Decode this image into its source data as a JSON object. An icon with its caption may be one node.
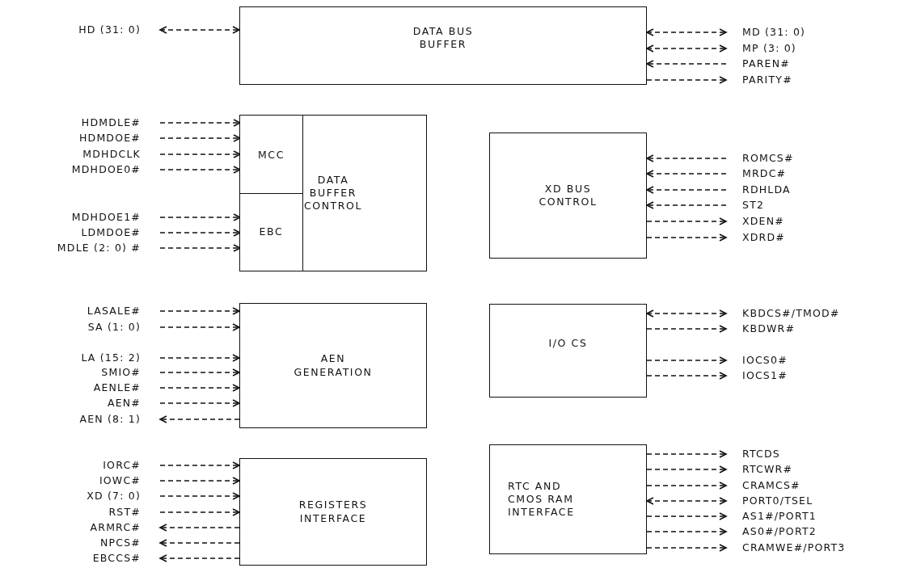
{
  "diagram": {
    "nodes": [
      {
        "text": [
          "HD (31: 0)"
        ]
      },
      {
        "text": [
          "DATA BUS BUFFER"
        ]
      },
      {
        "text": [
          "MD (31: 0)"
        ]
      },
      {
        "text": [
          "MP (3: 0)"
        ]
      },
      {
        "text": [
          "PAREN#"
        ]
      },
      {
        "text": [
          "PARITY#"
        ]
      },
      {
        "text": [
          "HDMDLE#"
        ]
      },
      {
        "text": [
          "HDMDOE#"
        ]
      },
      {
        "text": [
          "MDHDCLK"
        ]
      },
      {
        "text": [
          "MDHDOE0#"
        ]
      },
      {
        "text": [
          "MDHDOE1#"
        ]
      },
      {
        "text": [
          "LDMDOE#"
        ]
      },
      {
        "text": [
          "MDLE (2: 0) #"
        ]
      },
      {
        "text": [
          "DATA BUFFER CONTROL"
        ]
      },
      {
        "text": [
          "MCC"
        ],
        "in": 13
      },
      {
        "text": [
          "EBC"
        ],
        "in": 13
      },
      {
        "text": [
          "XD BUS CONTROL"
        ]
      },
      {
        "text": [
          "ROMCS#"
        ]
      },
      {
        "text": [
          "MRDC#"
        ]
      },
      {
        "text": [
          "RDHLDA"
        ]
      },
      {
        "text": [
          "ST2"
        ]
      },
      {
        "text": [
          "XDEN#"
        ]
      },
      {
        "text": [
          "XDRD#"
        ]
      },
      {
        "text": [
          "LASALE#"
        ]
      },
      {
        "text": [
          "SA (1: 0)"
        ]
      },
      {
        "text": [
          "LA (15: 2)"
        ]
      },
      {
        "text": [
          "SMIO#"
        ]
      },
      {
        "text": [
          "AENLE#"
        ]
      },
      {
        "text": [
          "AEN#"
        ]
      },
      {
        "text": [
          "AEN (8: 1)"
        ]
      },
      {
        "text": [
          "AEN GENERATION"
        ]
      },
      {
        "text": [
          "I/O CS"
        ]
      },
      {
        "text": [
          "KBDCS#/TMOD#"
        ]
      },
      {
        "text": [
          "KBDWR#"
        ]
      },
      {
        "text": [
          "IOCS0#"
        ]
      },
      {
        "text": [
          "IOCS1#"
        ]
      },
      {
        "text": [
          "IORC#"
        ]
      },
      {
        "text": [
          "IOWC#"
        ]
      },
      {
        "text": [
          "XD (7: 0)"
        ]
      },
      {
        "text": [
          "RST#"
        ]
      },
      {
        "text": [
          "ARMRC#"
        ]
      },
      {
        "text": [
          "NPCS#"
        ]
      },
      {
        "text": [
          "EBCCS#"
        ]
      },
      {
        "text": [
          "REGISTERS INTERFACE"
        ]
      },
      {
        "text": [
          "RTC AND CMOS RAM INTERFACE"
        ]
      },
      {
        "text": [
          "RTCDS"
        ]
      },
      {
        "text": [
          "RTCWR#"
        ]
      },
      {
        "text": [
          "CRAMCS#"
        ]
      },
      {
        "text": [
          "PORT0/TSEL"
        ]
      },
      {
        "text": [
          "AS1#/PORT1"
        ]
      },
      {
        "text": [
          "AS0#/PORT2"
        ]
      },
      {
        "text": [
          "CRAMWE#/PORT3"
        ]
      }
    ],
    "edges": [
      {
        "from": 0,
        "to": 1,
        "arrow": "both"
      },
      {
        "from": 1,
        "to": 2,
        "arrow": "both"
      },
      {
        "from": 1,
        "to": 3,
        "arrow": "both"
      },
      {
        "from": 4,
        "to": 1,
        "arrow": "to"
      },
      {
        "from": 1,
        "to": 5,
        "arrow": "to"
      },
      {
        "from": 6,
        "to": 14,
        "arrow": "to"
      },
      {
        "from": 7,
        "to": 14,
        "arrow": "to"
      },
      {
        "from": 8,
        "to": 14,
        "arrow": "to"
      },
      {
        "from": 9,
        "to": 14,
        "arrow": "to"
      },
      {
        "from": 10,
        "to": 15,
        "arrow": "to"
      },
      {
        "from": 11,
        "to": 15,
        "arrow": "to"
      },
      {
        "from": 12,
        "to": 15,
        "arrow": "to"
      },
      {
        "from": 17,
        "to": 16,
        "arrow": "to"
      },
      {
        "from": 18,
        "to": 16,
        "arrow": "to"
      },
      {
        "from": 19,
        "to": 16,
        "arrow": "to"
      },
      {
        "from": 20,
        "to": 16,
        "arrow": "to"
      },
      {
        "from": 16,
        "to": 21,
        "arrow": "to"
      },
      {
        "from": 16,
        "to": 22,
        "arrow": "to"
      },
      {
        "from": 23,
        "to": 30,
        "arrow": "to"
      },
      {
        "from": 24,
        "to": 30,
        "arrow": "to"
      },
      {
        "from": 25,
        "to": 30,
        "arrow": "to"
      },
      {
        "from": 26,
        "to": 30,
        "arrow": "to"
      },
      {
        "from": 27,
        "to": 30,
        "arrow": "to"
      },
      {
        "from": 28,
        "to": 30,
        "arrow": "to"
      },
      {
        "from": 30,
        "to": 29,
        "arrow": "to"
      },
      {
        "from": 31,
        "to": 32,
        "arrow": "both"
      },
      {
        "from": 31,
        "to": 33,
        "arrow": "to"
      },
      {
        "from": 31,
        "to": 34,
        "arrow": "to"
      },
      {
        "from": 31,
        "to": 35,
        "arrow": "to"
      },
      {
        "from": 36,
        "to": 43,
        "arrow": "to"
      },
      {
        "from": 37,
        "to": 43,
        "arrow": "to"
      },
      {
        "from": 38,
        "to": 43,
        "arrow": "to"
      },
      {
        "from": 39,
        "to": 43,
        "arrow": "to"
      },
      {
        "from": 43,
        "to": 40,
        "arrow": "to"
      },
      {
        "from": 43,
        "to": 41,
        "arrow": "to"
      },
      {
        "from": 43,
        "to": 42,
        "arrow": "to"
      },
      {
        "from": 44,
        "to": 45,
        "arrow": "to"
      },
      {
        "from": 44,
        "to": 46,
        "arrow": "to"
      },
      {
        "from": 44,
        "to": 47,
        "arrow": "to"
      },
      {
        "from": 44,
        "to": 48,
        "arrow": "both"
      },
      {
        "from": 44,
        "to": 49,
        "arrow": "to"
      },
      {
        "from": 44,
        "to": 50,
        "arrow": "to"
      },
      {
        "from": 44,
        "to": 51,
        "arrow": "to"
      }
    ]
  }
}
